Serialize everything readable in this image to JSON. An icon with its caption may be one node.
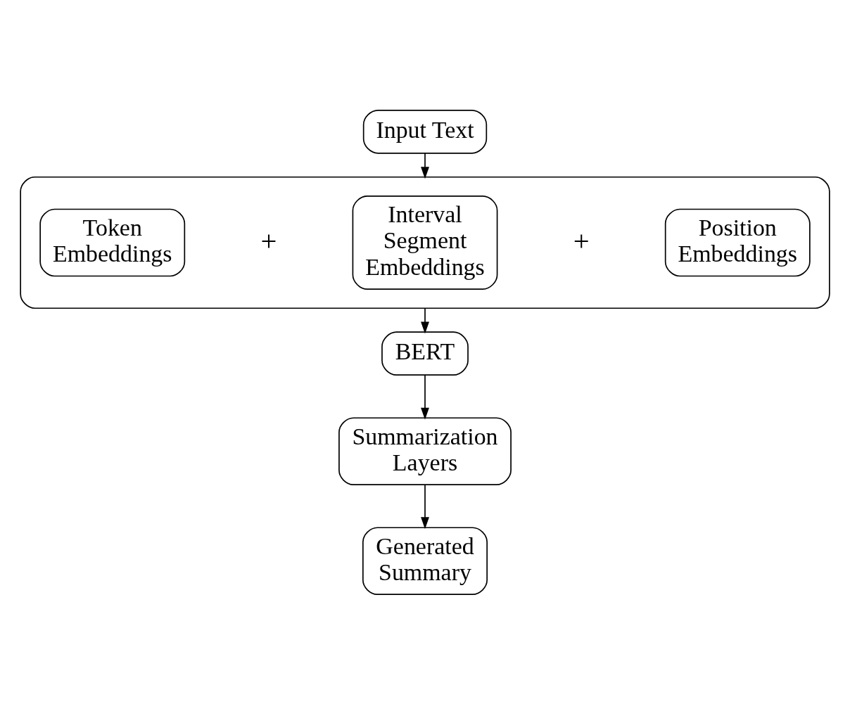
{
  "diagram": {
    "nodes": [
      {
        "text": [
          "Input Text"
        ]
      },
      {
        "text": [],
        "shape": "box"
      },
      {
        "text": [
          "Token Embeddings"
        ],
        "in": 1
      },
      {
        "text": [
          "Interval Segment Embeddings"
        ],
        "in": 1
      },
      {
        "text": [
          "Position Embeddings"
        ],
        "in": 1
      },
      {
        "text": [
          "BERT"
        ]
      },
      {
        "text": [
          "Summarization Layers"
        ]
      },
      {
        "text": [
          "Generated Summary"
        ]
      }
    ],
    "edges": [
      {
        "from": 0,
        "to": 1,
        "arrow": "to"
      },
      {
        "from": 1,
        "to": 5,
        "arrow": "to"
      },
      {
        "from": 5,
        "to": 6,
        "arrow": "to"
      },
      {
        "from": 6,
        "to": 7,
        "arrow": "to"
      }
    ],
    "labels": [
      "+",
      "+"
    ]
  }
}
